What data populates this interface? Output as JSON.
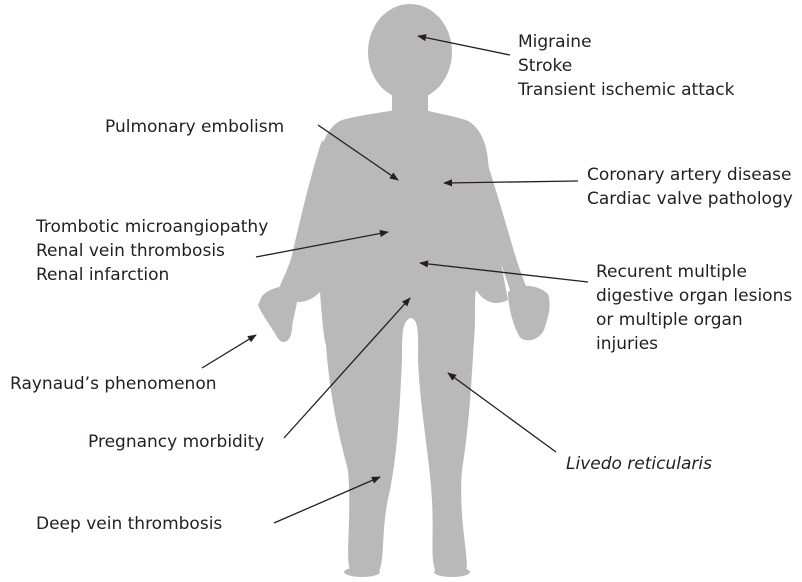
{
  "colors": {
    "body_fill": "#b9b9b9",
    "text": "#231f20",
    "arrow": "#231f20",
    "background": "#ffffff"
  },
  "labels": {
    "head": [
      "Migraine",
      "Stroke",
      "Transient ischemic attack"
    ],
    "pulmonary": [
      "Pulmonary embolism"
    ],
    "cardiac": [
      "Coronary artery disease",
      "Cardiac valve pathology"
    ],
    "renal": [
      "Trombotic microangiopathy",
      "Renal vein thrombosis",
      "Renal infarction"
    ],
    "digestive": [
      "Recurent multiple",
      "digestive organ lesions",
      "or multiple organ",
      "injuries"
    ],
    "raynaud": [
      "Raynaud’s phenomenon"
    ],
    "livedo": [
      "Livedo reticularis"
    ],
    "pregnancy": [
      "Pregnancy morbidity"
    ],
    "dvt": [
      "Deep vein thrombosis"
    ]
  }
}
